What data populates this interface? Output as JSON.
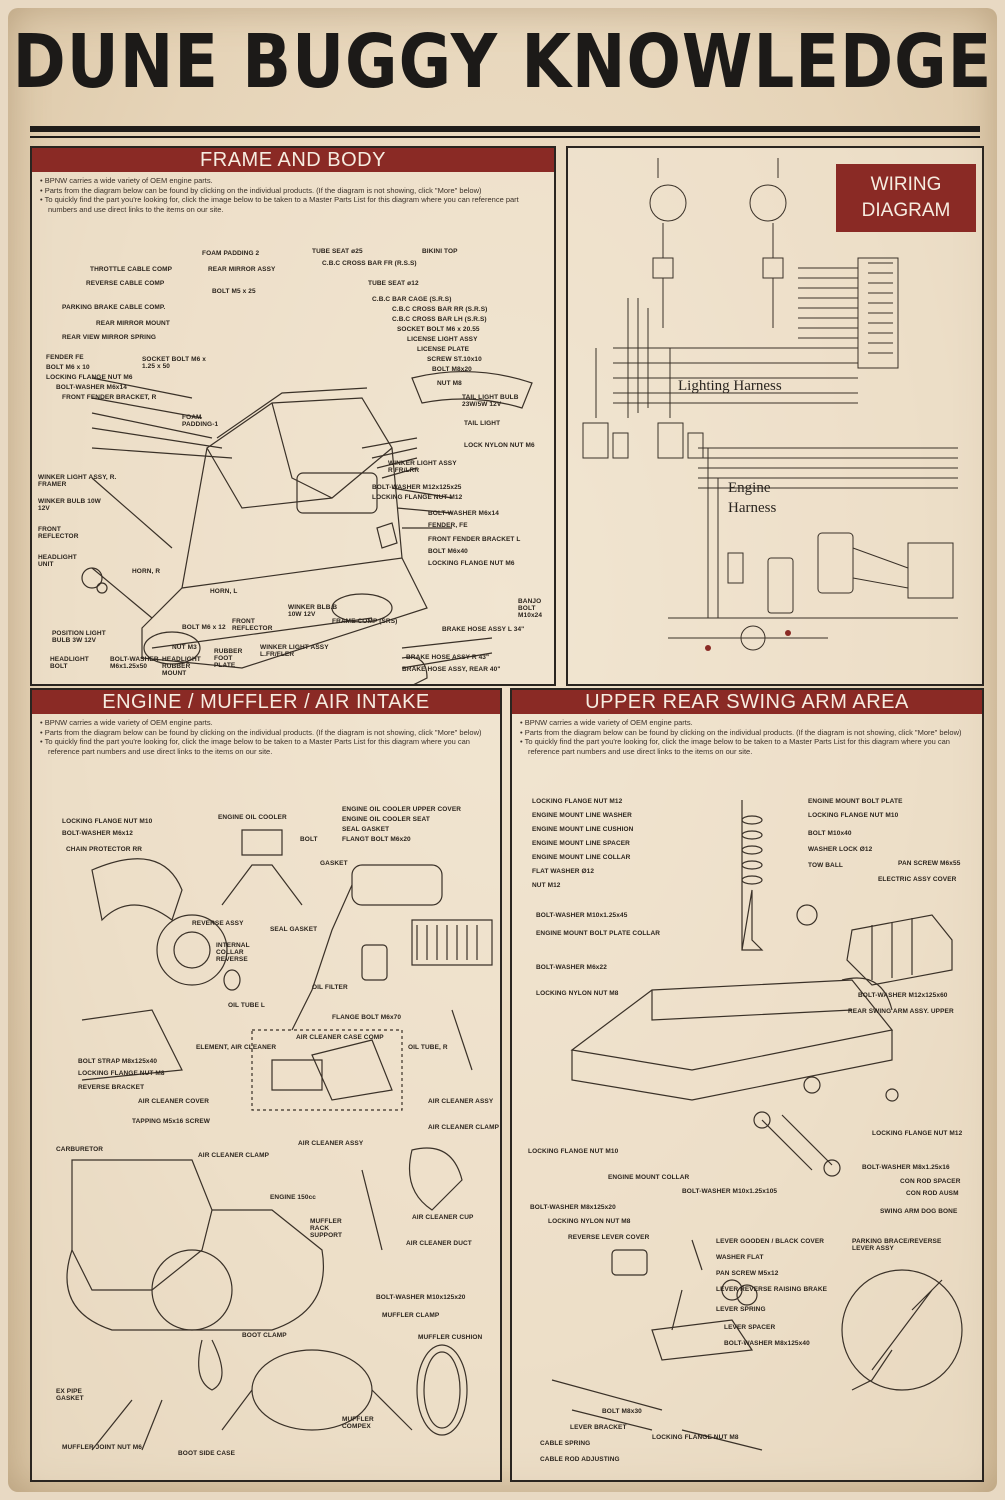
{
  "title": "DUNE BUGGY KNOWLEDGE",
  "colors": {
    "header_red": "#8a2a25",
    "paper": "#e8d9c3",
    "ink": "#2a2520"
  },
  "bullets": [
    "BPNW carries a wide variety of OEM engine parts.",
    "Parts from the diagram below can be found by clicking on the individual products. (If the diagram is not showing, click \"More\" below)",
    "To quickly find the part you're looking for, click the image below to be taken to a Master Parts List for this diagram where you can reference part numbers and use direct links to the items on our site."
  ],
  "frame": {
    "header": "FRAME AND BODY",
    "labels": [
      "THROTTLE CABLE COMP",
      "REVERSE CABLE COMP",
      "PARKING BRAKE CABLE COMP.",
      "REAR MIRROR MOUNT",
      "REAR VIEW MIRROR SPRING",
      "FOAM PADDING 2",
      "REAR MIRROR ASSY",
      "BOLT M5 x 25",
      "TUBE SEAT ø25",
      "C.B.C CROSS BAR FR (R.S.S)",
      "BIKINI TOP",
      "TUBE SEAT ø12",
      "C.B.C BAR CAGE (S.R.S)",
      "C.B.C CROSS BAR RR (S.R.S)",
      "C.B.C CROSS BAR LH (S.R.S)",
      "SOCKET BOLT M6 x 20.55",
      "LICENSE LIGHT ASSY",
      "LICENSE PLATE",
      "SCREW ST.10x10",
      "BOLT M8x20",
      "NUT M8",
      "TAIL LIGHT BULB 23W/5W 12V",
      "TAIL LIGHT",
      "LOCK NYLON NUT M6",
      "FENDER FE",
      "BOLT M6 x 10",
      "LOCKING FLANGE NUT M6",
      "BOLT-WASHER M6x14",
      "FRONT FENDER BRACKET, R",
      "SOCKET BOLT M6 x 1.25 x 50",
      "FOAM PADDING-1",
      "WINKER LIGHT ASSY, R. FRAMER",
      "WINKER BULB 10W 12V",
      "FRONT REFLECTOR",
      "HEADLIGHT UNIT",
      "WINKER LIGHT ASSY R FR/LRR",
      "BOLT-WASHER M12x125x25",
      "LOCKING FLANGE NUT M12",
      "BOLT-WASHER M6x14",
      "FENDER, FE",
      "FRONT FENDER BRACKET L",
      "BOLT M6x40",
      "LOCKING FLANGE NUT M6",
      "POSITION LIGHT BULB 3W 12V",
      "BOLT M6 x 12",
      "NUT M3",
      "HEADLIGHT BOLT",
      "BOLT-WASHER M6x1.25x50",
      "HEADLIGHT RUBBER MOUNT",
      "RUBBER FOOT PLATE",
      "FRONT REFLECTOR",
      "WINKER BLB.B 10W 12V",
      "FRAME COMP (SRS)",
      "WINKER LIGHT ASSY L.FR/FLER",
      "BRAKE HOSE ASSY L 34\"",
      "BRAKE HOSE ASSY R 43\"",
      "BRAKE HOSE ASSY, REAR 40\"",
      "BANJO BOLT M10x24",
      "HORN, R",
      "HORN, L"
    ]
  },
  "wiring": {
    "header_line1": "WIRING",
    "header_line2": "DIAGRAM",
    "lighting": "Lighting Harness",
    "engine_line1": "Engine",
    "engine_line2": "Harness"
  },
  "engine": {
    "header": "ENGINE / MUFFLER / AIR INTAKE",
    "labels": [
      "LOCKING FLANGE NUT M10",
      "BOLT-WASHER M6x12",
      "CHAIN PROTECTOR RR",
      "ENGINE OIL COOLER",
      "ENGINE OIL COOLER UPPER COVER",
      "ENGINE OIL COOLER SEAT",
      "SEAL GASKET",
      "FLANGT BOLT M6x20",
      "BOLT",
      "GASKET",
      "REVERSE ASSY",
      "SEAL GASKET",
      "INTERNAL COLLAR REVERSE",
      "OIL FILTER",
      "OIL TUBE L",
      "FLANGE BOLT M6x70",
      "OIL TUBE, R",
      "ELEMENT, AIR CLEANER",
      "AIR CLEANER CASE COMP",
      "BOLT STRAP M8x125x40",
      "LOCKING FLANGE NUT M8",
      "REVERSE BRACKET",
      "AIR CLEANER COVER",
      "TAPPING M5x16 SCREW",
      "AIR CLEANER ASSY",
      "AIR CLEANER CLAMP",
      "AIR CLEANER ASSY",
      "CARBURETOR",
      "AIR CLEANER CLAMP",
      "ENGINE 150cc",
      "MUFFLER RACK SUPPORT",
      "AIR CLEANER CUP",
      "AIR CLEANER DUCT",
      "BOLT-WASHER M10x125x20",
      "MUFFLER CLAMP",
      "BOOT CLAMP",
      "MUFFLER CUSHION",
      "EX PIPE GASKET",
      "MUFFLER COMPEX",
      "MUFFLER JOINT NUT M6",
      "BOOT SIDE CASE"
    ]
  },
  "swing": {
    "header": "UPPER REAR SWING ARM AREA",
    "labels": [
      "LOCKING FLANGE NUT M12",
      "ENGINE MOUNT LINE WASHER",
      "ENGINE MOUNT LINE CUSHION",
      "ENGINE MOUNT LINE SPACER",
      "ENGINE MOUNT LINE COLLAR",
      "FLAT WASHER Ø12",
      "NUT M12",
      "ENGINE MOUNT BOLT PLATE",
      "LOCKING FLANGE NUT M10",
      "BOLT M10x40",
      "WASHER LOCK Ø12",
      "TOW BALL",
      "PAN SCREW M6x55",
      "ELECTRIC ASSY COVER",
      "BOLT-WASHER M10x1.25x45",
      "ENGINE MOUNT BOLT PLATE COLLAR",
      "BOLT-WASHER M6x22",
      "LOCKING NYLON NUT M8",
      "BOLT-WASHER M12x125x60",
      "REAR SWING ARM ASSY. UPPER",
      "LOCKING FLANGE NUT M10",
      "LOCKING FLANGE NUT M12",
      "ENGINE MOUNT COLLAR",
      "BOLT-WASHER M10x1.25x105",
      "BOLT-WASHER M8x1.25x16",
      "CON ROD SPACER",
      "CON ROD AUSM",
      "SWING ARM DOG BONE",
      "BOLT-WASHER M8x125x20",
      "LOCKING NYLON NUT M8",
      "REVERSE LEVER COVER",
      "LEVER GOODEN / BLACK COVER",
      "WASHER FLAT",
      "PAN SCREW M5x12",
      "LEVER REVERSE RAISING BRAKE",
      "LEVER SPRING",
      "LEVER SPACER",
      "BOLT-WASHER M8x125x40",
      "PARKING BRACE/REVERSE LEVER ASSY",
      "BOLT M8x30",
      "LEVER BRACKET",
      "LOCKING FLANGE NUT M8",
      "CABLE SPRING",
      "CABLE ROD ADJUSTING"
    ]
  }
}
